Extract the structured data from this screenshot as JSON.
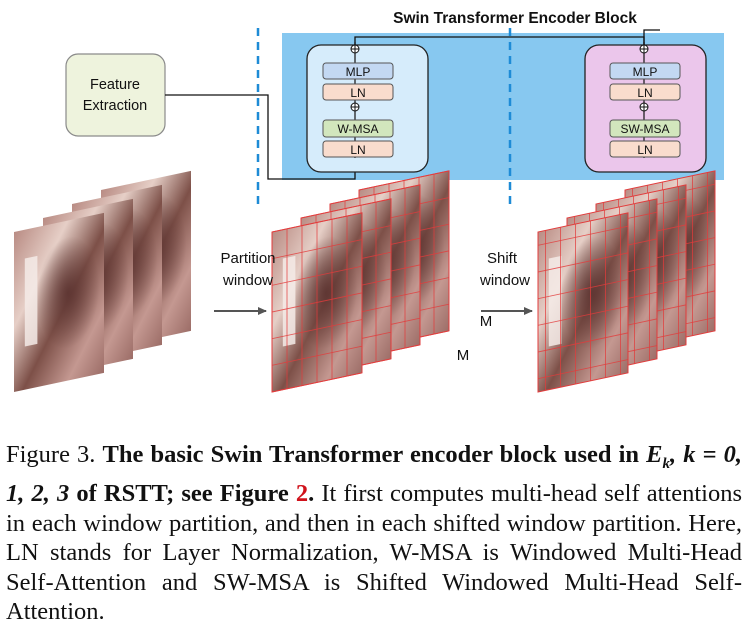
{
  "diagram": {
    "block_title": "Swin Transformer Encoder Block",
    "feature_extraction": [
      "Feature",
      "Extraction"
    ],
    "left_block": {
      "mlp": "MLP",
      "ln_top": "LN",
      "attention": "W-MSA",
      "ln_bottom": "LN"
    },
    "right_block": {
      "mlp": "MLP",
      "ln_top": "LN",
      "attention": "SW-MSA",
      "ln_bottom": "LN"
    },
    "add_symbol": "⊕",
    "partition_label": [
      "Partition",
      "window"
    ],
    "shift_label": [
      "Shift",
      "window"
    ],
    "dim_labels": [
      "M",
      "M"
    ],
    "colors": {
      "encoder_bg": "#87c8f0",
      "left_block_fill": "#d6ecfb",
      "right_block_fill": "#ebc6eb",
      "mlp_fill": "#c3d8f2",
      "ln_fill": "#f9dccd",
      "attention_fill": "#d2e6bd",
      "feature_fill": "#eef3dd",
      "grid_line": "#e23c3c",
      "divider": "#1e8bd6"
    }
  },
  "caption": {
    "figure_label": "Figure 3.",
    "bold_1": "The basic Swin Transformer encoder block used in",
    "math": "E",
    "math_sub": "k",
    "math_rest": ", k = 0, 1, 2, 3",
    "bold_2": "of RSTT; see Figure",
    "ref": "2",
    "bold_period": ".",
    "body": "It first computes multi-head self attentions in each window partition, and then in each shifted window partition. Here, LN stands for Layer Normalization, W-MSA is Windowed Multi-Head Self-Attention and SW-MSA is Shifted Windowed Multi-Head Self-Attention."
  }
}
